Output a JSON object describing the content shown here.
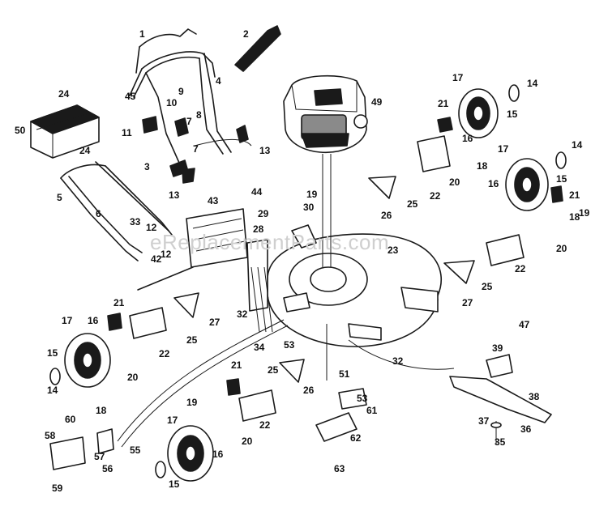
{
  "watermark": "eReplacementParts.com",
  "part_labels": [
    "1",
    "2",
    "3",
    "4",
    "5",
    "6",
    "7",
    "7",
    "8",
    "9",
    "10",
    "11",
    "12",
    "12",
    "13",
    "13",
    "14",
    "14",
    "14",
    "15",
    "15",
    "15",
    "15",
    "16",
    "16",
    "16",
    "16",
    "17",
    "17",
    "17",
    "17",
    "18",
    "18",
    "18",
    "19",
    "19",
    "19",
    "20",
    "20",
    "20",
    "20",
    "21",
    "21",
    "21",
    "21",
    "22",
    "22",
    "22",
    "22",
    "23",
    "24",
    "24",
    "25",
    "25",
    "25",
    "25",
    "26",
    "26",
    "27",
    "27",
    "28",
    "29",
    "30",
    "32",
    "32",
    "33",
    "34",
    "35",
    "36",
    "37",
    "38",
    "39",
    "42",
    "43",
    "44",
    "45",
    "47",
    "49",
    "50",
    "51",
    "53",
    "53",
    "55",
    "56",
    "57",
    "58",
    "59",
    "60",
    "61",
    "62",
    "63"
  ]
}
